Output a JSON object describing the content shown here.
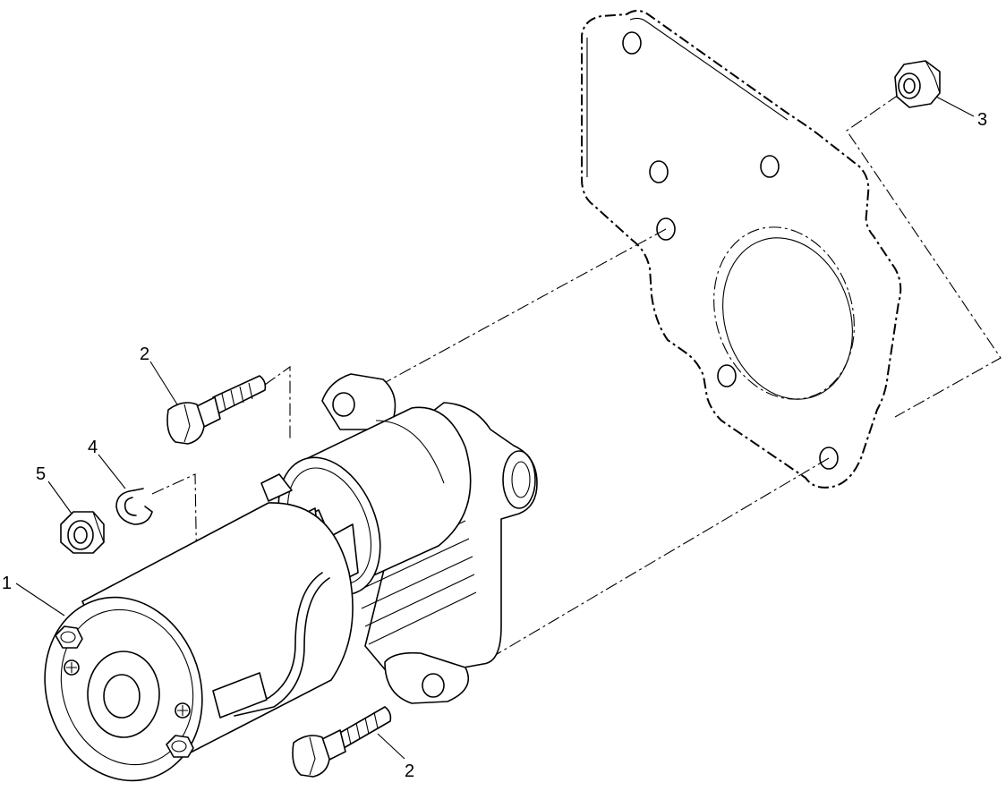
{
  "diagram": {
    "callouts": [
      {
        "id": "c1",
        "label": "1"
      },
      {
        "id": "c2a",
        "label": "2"
      },
      {
        "id": "c2b",
        "label": "2"
      },
      {
        "id": "c3",
        "label": "3"
      },
      {
        "id": "c4",
        "label": "4"
      },
      {
        "id": "c5",
        "label": "5"
      }
    ]
  }
}
